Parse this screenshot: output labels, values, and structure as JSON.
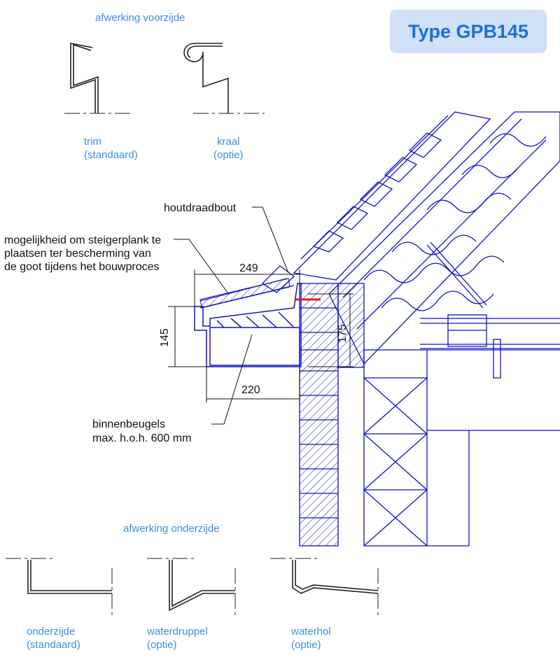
{
  "title": "Type GPB145",
  "top_section": {
    "heading": "afwerking voorzijde",
    "options": [
      {
        "line1": "trim",
        "line2": "(standaard)"
      },
      {
        "line1": "kraal",
        "line2": "(optie)"
      }
    ]
  },
  "callouts": {
    "bolt": "houtdraadbout",
    "plank_line1": "mogelijkheid om steigerplank te",
    "plank_line2": "plaatsen ter bescherming van",
    "plank_line3": "de goot tijdens het bouwproces",
    "brackets_line1": "binnenbeugels",
    "brackets_line2": "max. h.o.h. 600 mm"
  },
  "dimensions": {
    "width_top": "249",
    "height_left": "145",
    "height_right": "175",
    "width_bottom": "220"
  },
  "bottom_section": {
    "heading": "afwerking onderzijde",
    "options": [
      {
        "line1": "onderzijde",
        "line2": "(standaard)"
      },
      {
        "line1": "waterdruppel",
        "line2": "(optie)"
      },
      {
        "line1": "waterhol",
        "line2": "(optie)"
      }
    ]
  },
  "colors": {
    "drawing": "#1010c8",
    "labels": "#3d8ee0",
    "title_bg": "#cfe0f7",
    "title_text": "#1f6fd6",
    "bolt_accent": "#e02020"
  }
}
